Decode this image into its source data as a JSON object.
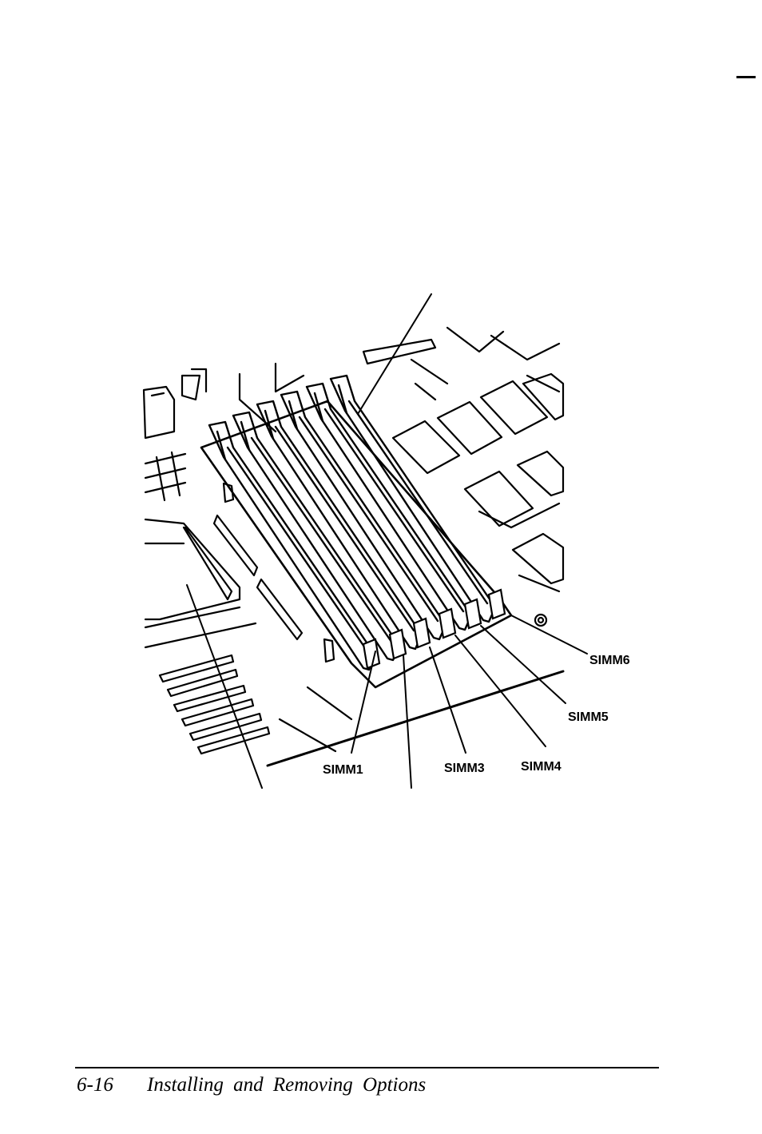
{
  "figure": {
    "callouts": [
      "SIMM1",
      "SIMM3",
      "SIMM4",
      "SIMM5",
      "SIMM6"
    ]
  },
  "footer": {
    "page_number": "6-16",
    "section_title": "Installing and Removing Options"
  }
}
